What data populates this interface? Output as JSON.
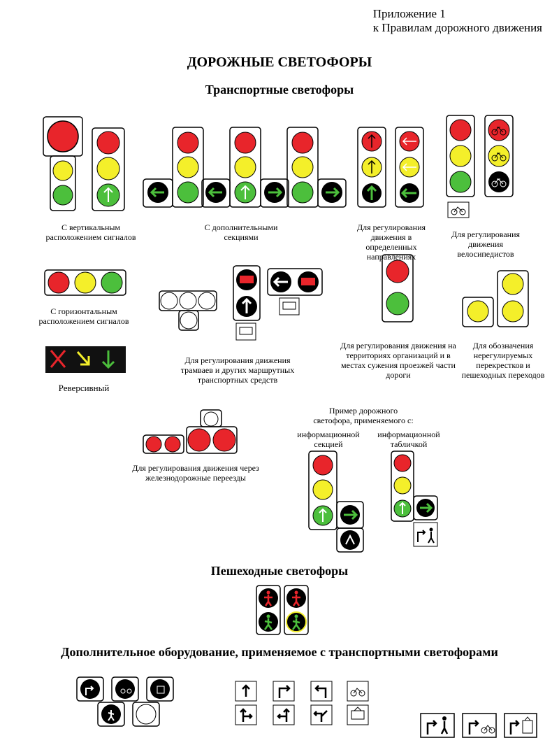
{
  "header": {
    "appendix_line1": "Приложение 1",
    "appendix_line2": "к Правилам дорожного движения"
  },
  "title": "ДОРОЖНЫЕ СВЕТОФОРЫ",
  "sections": {
    "transport": "Транспортные светофоры",
    "pedestrian": "Пешеходные светофоры",
    "additional": "Дополнительное оборудование, применяемое с транспортными светофорами"
  },
  "captions": {
    "vertical": "С вертикальным расположением сигналов",
    "additional_sections": "С дополнительными секциями",
    "directions": "Для регулирования движения в определенных направлениях",
    "cyclists": "Для регулирования движения велосипедистов",
    "horizontal": "С горизонтальным расположением сигналов",
    "reversible": "Реверсивный",
    "trams": "Для регулирования движения трамваев и других маршрутных транспортных средств",
    "territories": "Для регулирования движения на территориях организаций и в местах сужения проезжей части дороги",
    "unregulated": "Для обозначения нерегулируемых перекрестков и пешеходных переходов",
    "railway": "Для регулирования движения через железнодорожные переезды",
    "example": "Пример дорожного светофора, применяемого с:",
    "info_section": "информационной секцией",
    "info_plate": "информационной табличкой"
  },
  "colors": {
    "red": "#e8252b",
    "yellow": "#f4ef2a",
    "green": "#4cbf3c",
    "black": "#000000",
    "reversible_bg": "#111111"
  }
}
